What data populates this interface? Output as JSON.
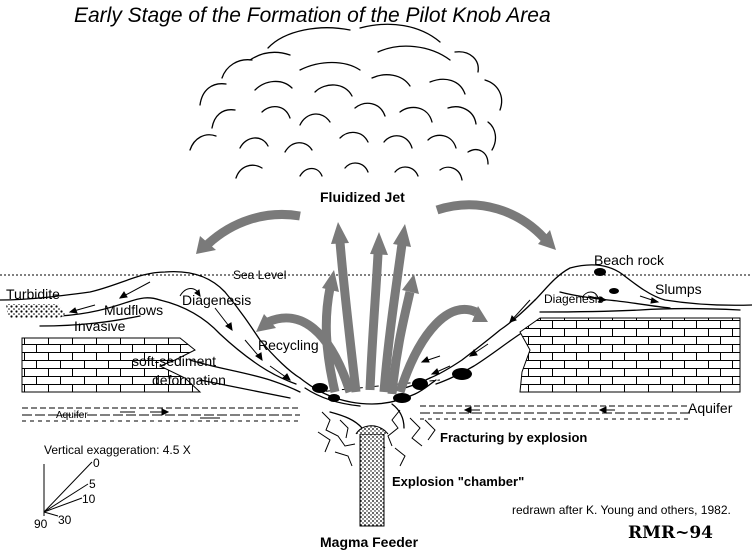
{
  "title": "Early Stage of the Formation of the Pilot Knob Area",
  "labels": {
    "fluidized_jet": "Fluidized Jet",
    "sea_level": "Sea Level",
    "beach_rock": "Beach rock",
    "turbidite": "Turbidite",
    "mudflows": "Mudflows",
    "diagenesis_left": "Diagenesis",
    "diagenesis_right": "Diagenesis",
    "slumps": "Slumps",
    "invasive": "Invasive",
    "recycling": "Recycling",
    "soft_sediment_1": "soft-sediment",
    "soft_sediment_2": "deformation",
    "aquifer_left": "Aquifer",
    "aquifer_right": "Aquifer",
    "fracturing": "Fracturing by explosion",
    "explosion_chamber": "Explosion \"chamber\"",
    "magma_feeder": "Magma Feeder"
  },
  "vertical_exaggeration": {
    "label": "Vertical exaggeration: 4.5 X",
    "ticks": [
      "0",
      "5",
      "10",
      "30",
      "90"
    ]
  },
  "credit": "redrawn after K. Young and others, 1982.",
  "signature": "RMR~94"
}
